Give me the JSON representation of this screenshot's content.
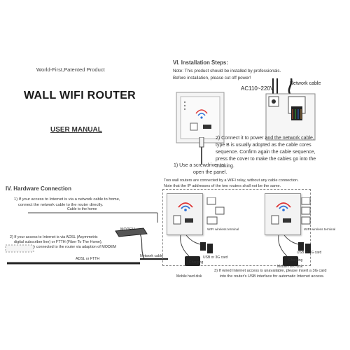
{
  "cover": {
    "tagline": "World-First,Patented Product",
    "title": "WALL WIFI ROUTER",
    "subtitle": "USER MANUAL"
  },
  "installation": {
    "heading": "VI. Installation Steps:",
    "note1": "Note: This product should be installed by professionals.",
    "note2": "Before installation, please cut off power!",
    "power_label": "AC110~220V",
    "network_label": "Network cable",
    "step1_line1": "1) Use a screwdriver to",
    "step1_line2": "open the panel.",
    "step2_lines": [
      "2)  Connect it to power and the network cable,",
      "type B is usually adopted as the cable cores",
      "sequence. Confirm again the cable sequence,",
      "press the cover to make the cables go into the",
      "trunking."
    ]
  },
  "hardware": {
    "heading": "IV. Hardware Connection",
    "wifi_note1": "Two wall routers are connected by a WIFI relay, without any cable connection.",
    "wifi_note2": "Note that the IP addresses of the two routers shall not be the same.",
    "item1_line1": "1) If your access to Internet is via a network cable to home,",
    "item1_line2": "connect the network cable to the router directly.",
    "cable_home": "Cable to the home",
    "item2_line1": "2) If your access to Internet is via ADSL (Asymmetric",
    "item2_line2": "digital subscriber line) or FTTH (Fiber To The Home),",
    "item2_line3": "they shall be connected to the router via adaption of MODEM",
    "modem": "MODEM",
    "adsl": "ADSL or FTTH",
    "network_cable": "Network cable",
    "wifi_terminal_1": "WIFI wireless terminal",
    "wifi_terminal_2": "WIFI wireless terminal",
    "usb_card_1": "USB or 3G card",
    "usb_card_2": "USB or 3G card",
    "charging_1": "Charging",
    "charging_2": "Charging",
    "hdd_1": "Mobile hard disk",
    "hdd_2": "Mobile hard disk",
    "item3_line1": "3) If wired Internet access is unavailable, please insert a 3G card",
    "item3_line2": "into the router's USB interface for automatic Internet access."
  }
}
